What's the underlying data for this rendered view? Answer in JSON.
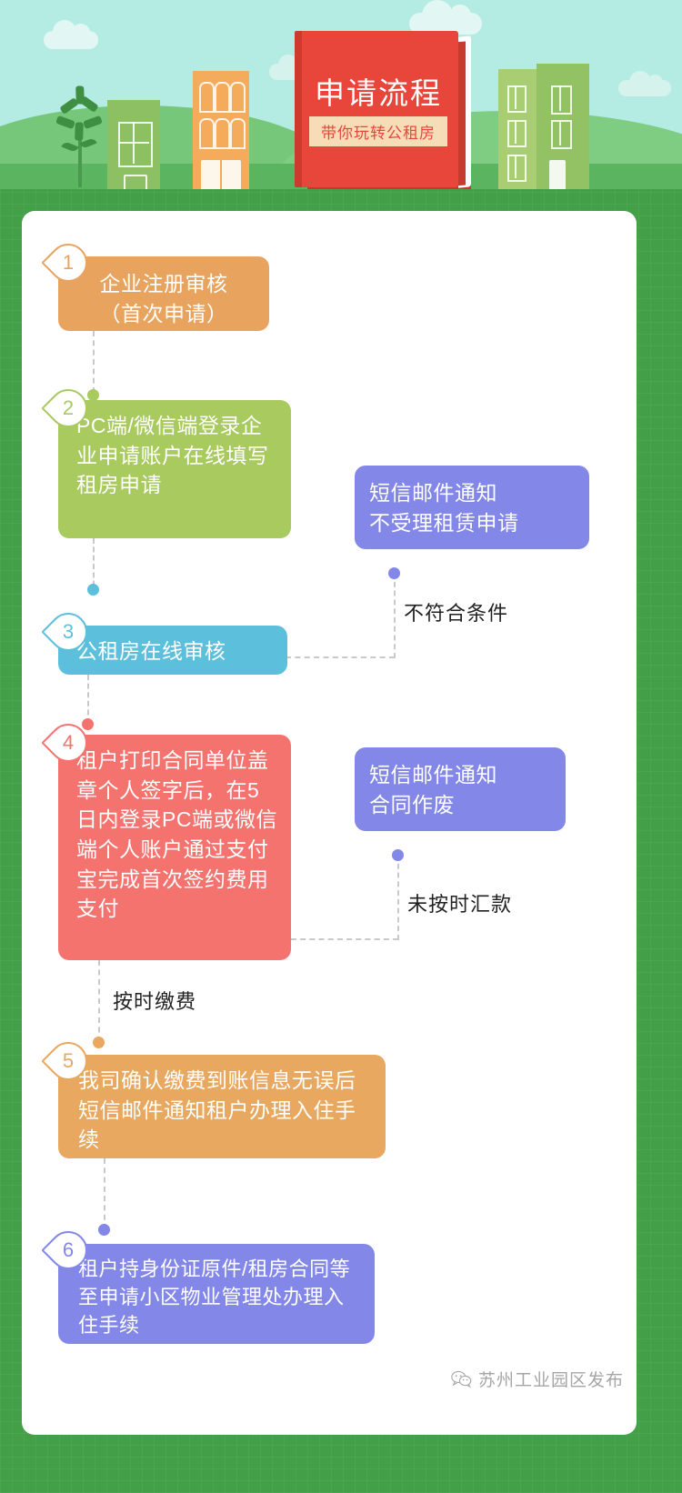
{
  "header": {
    "title": "申请流程",
    "subtitle": "带你玩转公租房",
    "colors": {
      "book": "#e8463a",
      "sky": "#b4ece4",
      "grass": "#5bb45f",
      "field": "#43a047"
    }
  },
  "flow": {
    "steps": [
      {
        "num": "1",
        "text": "企业注册审核\n（首次申请）",
        "color": "#e8a45e"
      },
      {
        "num": "2",
        "text": "PC端/微信端登录企业申请账户在线填写租房申请",
        "color": "#a8ca5e"
      },
      {
        "num": "3",
        "text": "公租房在线审核",
        "color": "#5cc0dd"
      },
      {
        "num": "4",
        "text": "租户打印合同单位盖章个人签字后，在5日内登录PC端或微信端个人账户通过支付宝完成首次签约费用支付",
        "color": "#f4736f"
      },
      {
        "num": "5",
        "text": "我司确认缴费到账信息无误后短信邮件通知租户办理入住手续",
        "color": "#e8a860"
      },
      {
        "num": "6",
        "text": "租户持身份证原件/租房合同等至申请小区物业管理处办理入住手续",
        "color": "#8287e8"
      }
    ],
    "side_boxes": [
      {
        "text": "短信邮件通知\n不受理租赁申请",
        "color": "#8287e8"
      },
      {
        "text": "短信邮件通知\n合同作废",
        "color": "#8287e8"
      }
    ],
    "branch_labels": [
      {
        "text": "不符合条件"
      },
      {
        "text": "未按时汇款"
      },
      {
        "text": "按时缴费"
      }
    ]
  },
  "footer": {
    "account": "苏州工业园区发布",
    "icon": "wechat-icon"
  }
}
